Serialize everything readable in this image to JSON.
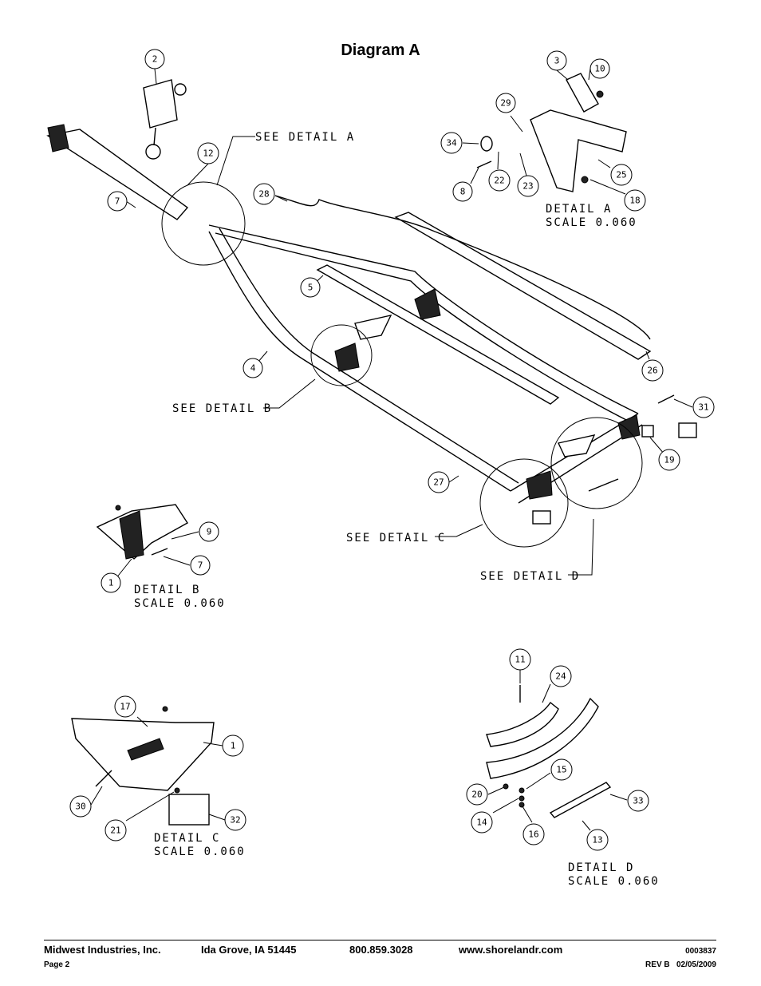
{
  "title": "Diagram A",
  "callouts": [
    {
      "id": "c2",
      "num": "2"
    },
    {
      "id": "c3",
      "num": "3"
    },
    {
      "id": "c10",
      "num": "10"
    },
    {
      "id": "c29",
      "num": "29"
    },
    {
      "id": "c34",
      "num": "34"
    },
    {
      "id": "c12",
      "num": "12"
    },
    {
      "id": "c28",
      "num": "28"
    },
    {
      "id": "c7a",
      "num": "7"
    },
    {
      "id": "c8",
      "num": "8"
    },
    {
      "id": "c22",
      "num": "22"
    },
    {
      "id": "c23",
      "num": "23"
    },
    {
      "id": "c25",
      "num": "25"
    },
    {
      "id": "c18",
      "num": "18"
    },
    {
      "id": "c5",
      "num": "5"
    },
    {
      "id": "c4",
      "num": "4"
    },
    {
      "id": "c26",
      "num": "26"
    },
    {
      "id": "c31",
      "num": "31"
    },
    {
      "id": "c19",
      "num": "19"
    },
    {
      "id": "c27",
      "num": "27"
    },
    {
      "id": "c9",
      "num": "9"
    },
    {
      "id": "c7b",
      "num": "7"
    },
    {
      "id": "c1a",
      "num": "1"
    },
    {
      "id": "c11",
      "num": "11"
    },
    {
      "id": "c24",
      "num": "24"
    },
    {
      "id": "c17",
      "num": "17"
    },
    {
      "id": "c1b",
      "num": "1"
    },
    {
      "id": "c15",
      "num": "15"
    },
    {
      "id": "c20",
      "num": "20"
    },
    {
      "id": "c33",
      "num": "33"
    },
    {
      "id": "c30",
      "num": "30"
    },
    {
      "id": "c32",
      "num": "32"
    },
    {
      "id": "c14",
      "num": "14"
    },
    {
      "id": "c16",
      "num": "16"
    },
    {
      "id": "c13",
      "num": "13"
    },
    {
      "id": "c21",
      "num": "21"
    }
  ],
  "labels": {
    "see_detail_a": "SEE DETAIL  A",
    "see_detail_b": "SEE DETAIL  B",
    "see_detail_c": "SEE DETAIL  C",
    "see_detail_d": "SEE DETAIL  D",
    "detail_a": "DETAIL  A",
    "detail_b": "DETAIL  B",
    "detail_c": "DETAIL  C",
    "detail_d": "DETAIL  D",
    "scale": "SCALE  0.060"
  },
  "footer": {
    "company": "Midwest Industries, Inc.",
    "city": "Ida Grove, IA  51445",
    "phone": "800.859.3028",
    "website": "www.shorelandr.com",
    "doc_number": "0003837",
    "page": "Page 2",
    "revision": "REV B   02/05/2009"
  }
}
